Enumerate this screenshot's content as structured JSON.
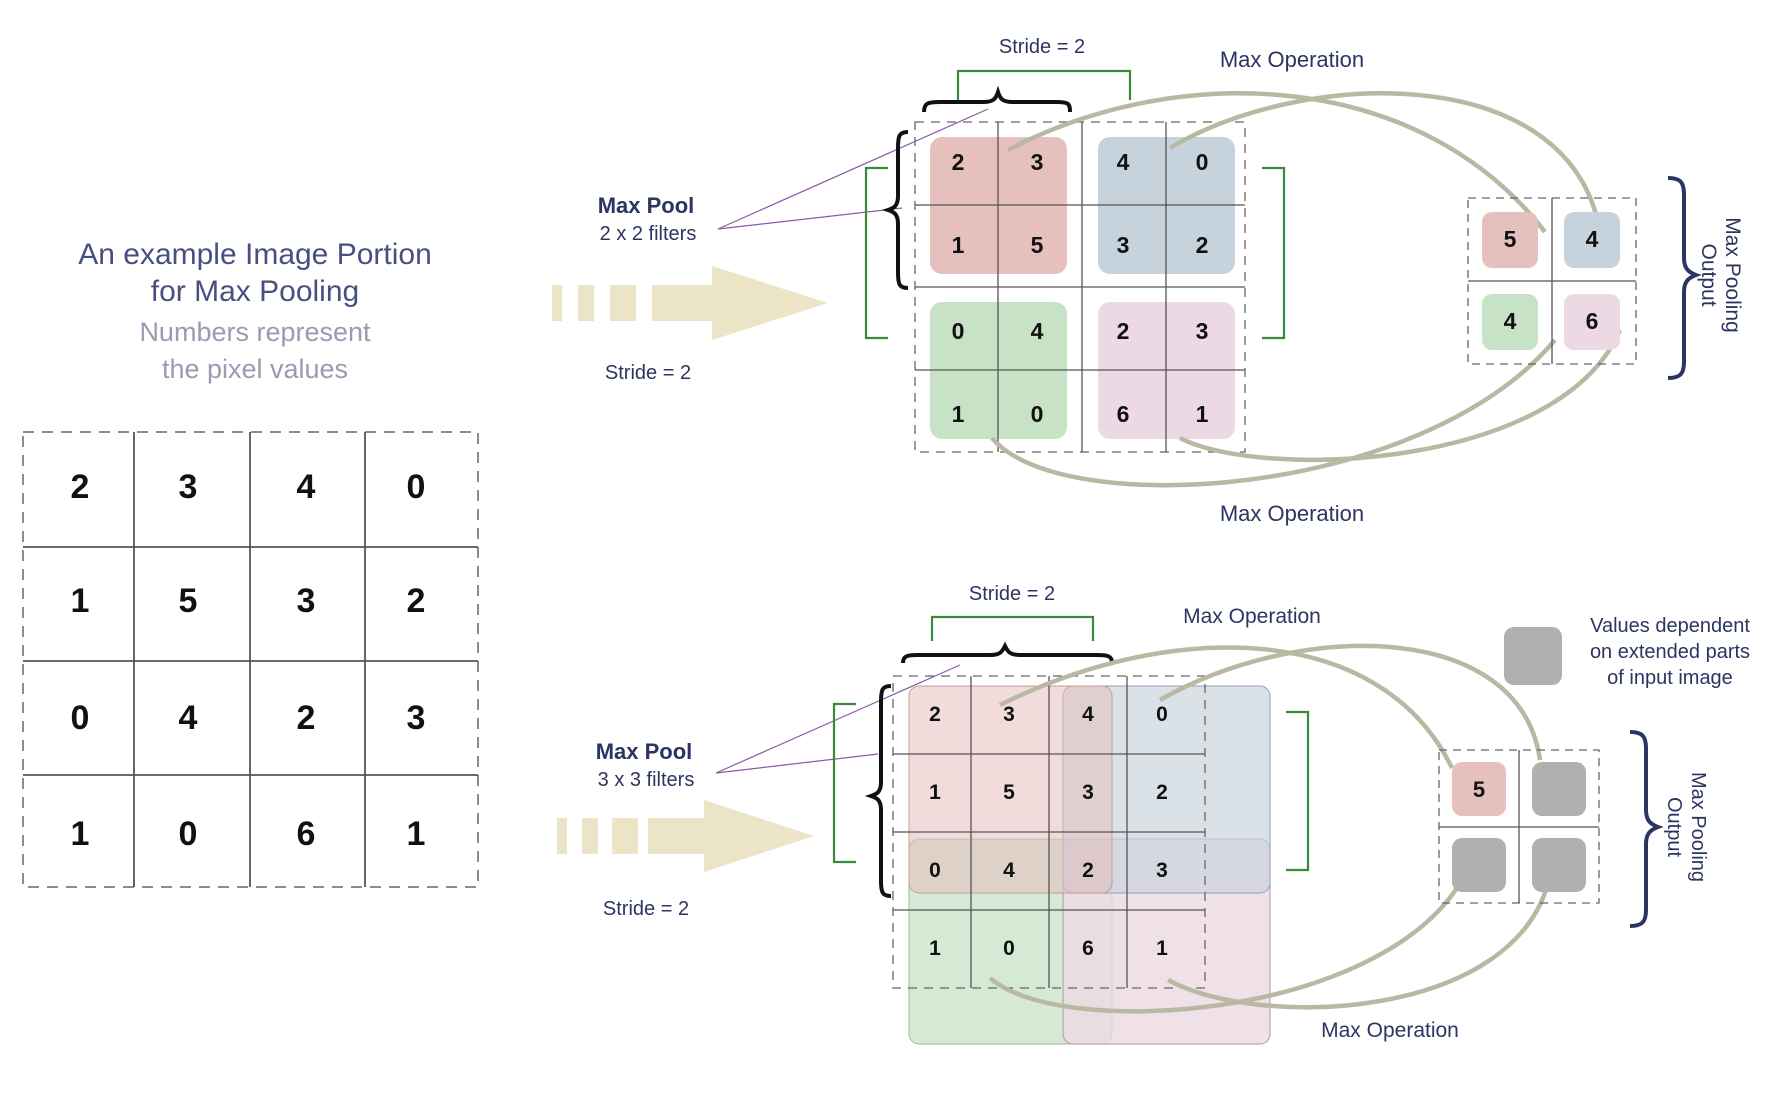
{
  "intro": {
    "title_line1": "An example Image Portion",
    "title_line2": "for Max Pooling",
    "subtitle_line1": "Numbers represent",
    "subtitle_line2": "the pixel values"
  },
  "input_grid": [
    [
      "2",
      "3",
      "4",
      "0"
    ],
    [
      "1",
      "5",
      "3",
      "2"
    ],
    [
      "0",
      "4",
      "2",
      "3"
    ],
    [
      "1",
      "0",
      "6",
      "1"
    ]
  ],
  "colors": {
    "title": "#4a4f82",
    "subtitle": "#9a9ab2",
    "label": "#2c3561",
    "bracket_green": "#3b8a3b",
    "arrow": "#ece4c6",
    "curve": "#b9b8a2",
    "red_region": "#e6c0bd",
    "blue_region": "#c6d2dc",
    "green_region": "#c8e2c5",
    "pink_region": "#ecd9e3",
    "gray_cell": "#b0b0b0"
  },
  "example_2x2": {
    "maxpool_label": "Max Pool",
    "filter_label": "2 x 2 filters",
    "stride_left": "Stride = 2",
    "stride_top": "Stride = 2",
    "max_op_top": "Max Operation",
    "max_op_bottom": "Max Operation",
    "output_label_line1": "Max Pooling",
    "output_label_line2": "Output",
    "output": [
      [
        "5",
        "4"
      ],
      [
        "4",
        "6"
      ]
    ]
  },
  "example_3x3": {
    "maxpool_label": "Max Pool",
    "filter_label": "3 x 3 filters",
    "stride_left": "Stride = 2",
    "stride_top": "Stride = 2",
    "max_op_top": "Max Operation",
    "max_op_bottom": "Max Operation",
    "output_label_line1": "Max Pooling",
    "output_label_line2": "Output",
    "output": [
      [
        "5",
        ""
      ],
      [
        "",
        ""
      ]
    ],
    "legend_line1": "Values dependent",
    "legend_line2": "on extended parts",
    "legend_line3": "of input image"
  }
}
